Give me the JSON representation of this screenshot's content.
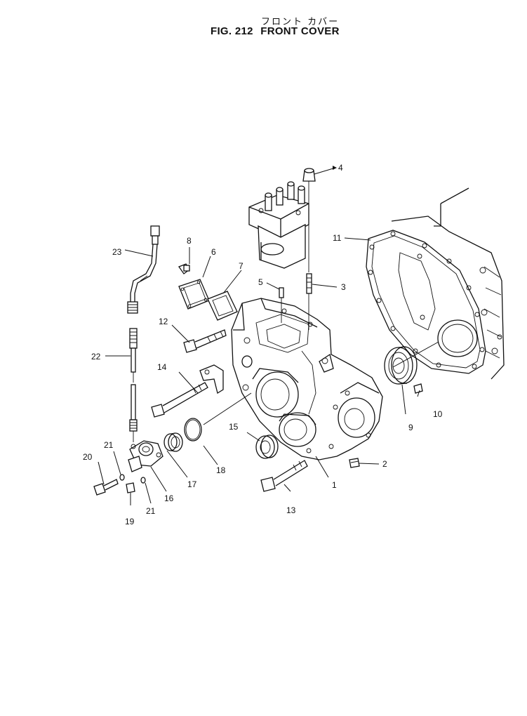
{
  "header": {
    "title_jp": "フロント カバー",
    "fig_number": "FIG. 212",
    "fig_title": "FRONT COVER"
  },
  "callouts": {
    "c1": "1",
    "c2": "2",
    "c3": "3",
    "c4": "4",
    "c5": "5",
    "c6": "6",
    "c7": "7",
    "c8": "8",
    "c9": "9",
    "c10": "10",
    "c11": "11",
    "c12": "12",
    "c13": "13",
    "c14": "14",
    "c15": "15",
    "c16": "16",
    "c17": "17",
    "c18": "18",
    "c19": "19",
    "c20": "20",
    "c21a": "21",
    "c21b": "21",
    "c22": "22",
    "c23": "23"
  }
}
